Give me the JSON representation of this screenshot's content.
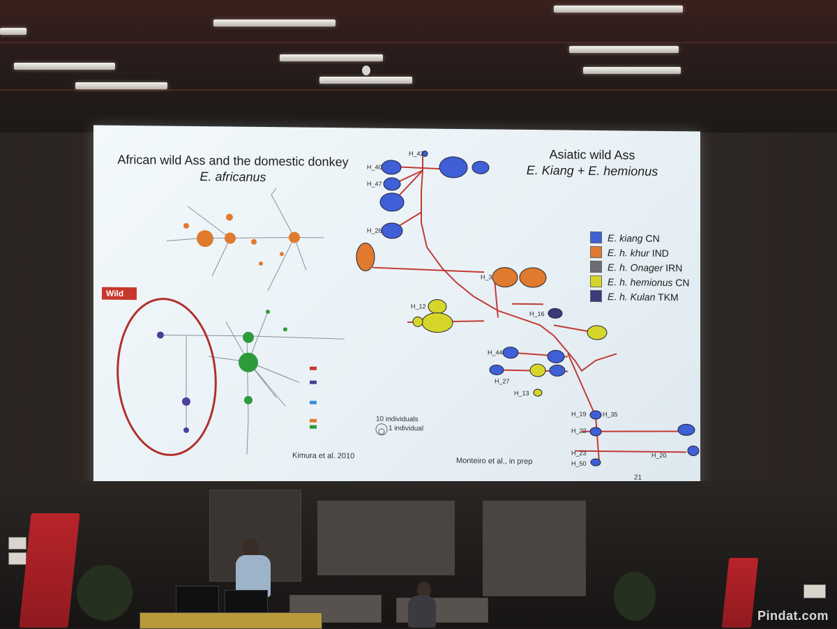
{
  "slide": {
    "left_title": "African wild Ass and the domestic donkey",
    "left_species": "E. africanus",
    "right_title": "Asiatic wild Ass",
    "right_species": "E. Kiang + E. hemionus",
    "wild_label": "Wild",
    "credit_left": "Kimura et al. 2010",
    "credit_right": "Monteiro et al., in prep",
    "page_number": "21",
    "scale_key": {
      "large": "10 individuals",
      "small": "1 individual"
    },
    "legend": [
      {
        "name": "E. kiang",
        "suffix": " CN",
        "color": "#3f5fd6"
      },
      {
        "name": "E. h. khur",
        "suffix": " IND",
        "color": "#e07a2e"
      },
      {
        "name": "E. h. Onager",
        "suffix": " IRN",
        "color": "#6b6b72"
      },
      {
        "name": "E. h. hemionus",
        "suffix": " CN",
        "color": "#d6d62a"
      },
      {
        "name": "E. h. Kulan",
        "suffix": " TKM",
        "color": "#3c3a78"
      }
    ],
    "network_labels": [
      "H_42",
      "H_40",
      "H_47",
      "H_26",
      "H_3",
      "H_12",
      "H_16",
      "H_44",
      "H_27",
      "H_13",
      "H_19",
      "H_22",
      "H_23",
      "H_50",
      "H_20",
      "H_35"
    ],
    "colors": {
      "orange_node": "#e07a2e",
      "green_node": "#2e9a3a",
      "purple_node": "#4b3f9a",
      "blue_node": "#3f5fd6",
      "yellow_node": "#d6d62a",
      "red_edge": "#c23a34"
    }
  },
  "watermark": "Pindat.com"
}
